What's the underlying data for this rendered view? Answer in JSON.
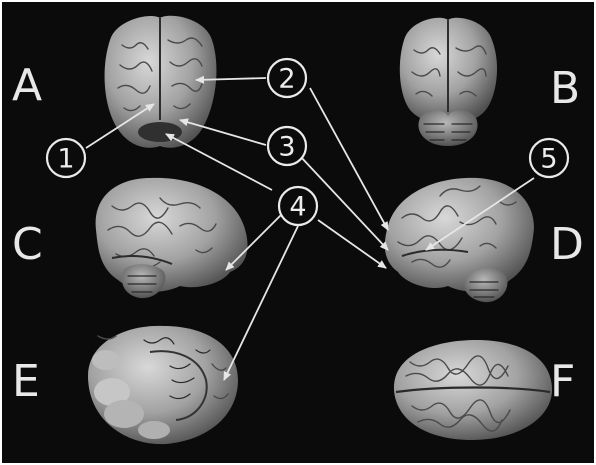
{
  "panels": {
    "A": "A",
    "B": "B",
    "C": "C",
    "D": "D",
    "E": "E",
    "F": "F"
  },
  "callouts": {
    "c1": "1",
    "c2": "2",
    "c3": "3",
    "c4": "4",
    "c5": "5"
  },
  "colors": {
    "background": "#0b0b0b",
    "foreground": "#e8e8e8",
    "brain": "#a9a9a9"
  }
}
